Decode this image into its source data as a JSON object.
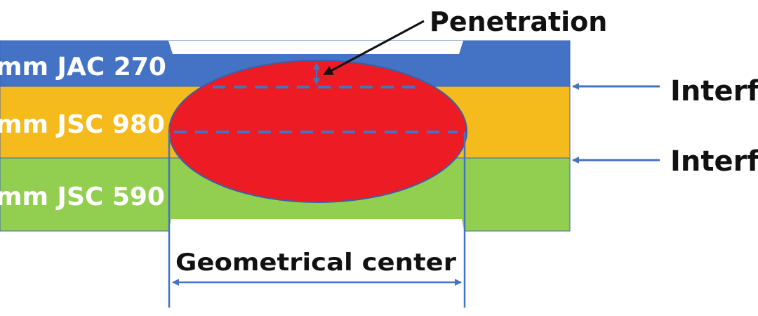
{
  "layers": [
    {
      "label": "mm JAC 270",
      "color": "#4472C4"
    },
    {
      "label": "mm JSC 980",
      "color": "#F5BA1C"
    },
    {
      "label": "mm JSC 590",
      "color": "#92CF50"
    }
  ],
  "nugget": {
    "color": "#ED1C24"
  },
  "annotations": {
    "penetration": "Penetration",
    "geometrical_center": "Geometrical center",
    "interface_upper": "Interf",
    "interface_lower": "Interf"
  },
  "colors": {
    "line": "#4472C4",
    "dash": "#4472C4",
    "text_dark": "#111111",
    "text_light": "#ffffff"
  }
}
